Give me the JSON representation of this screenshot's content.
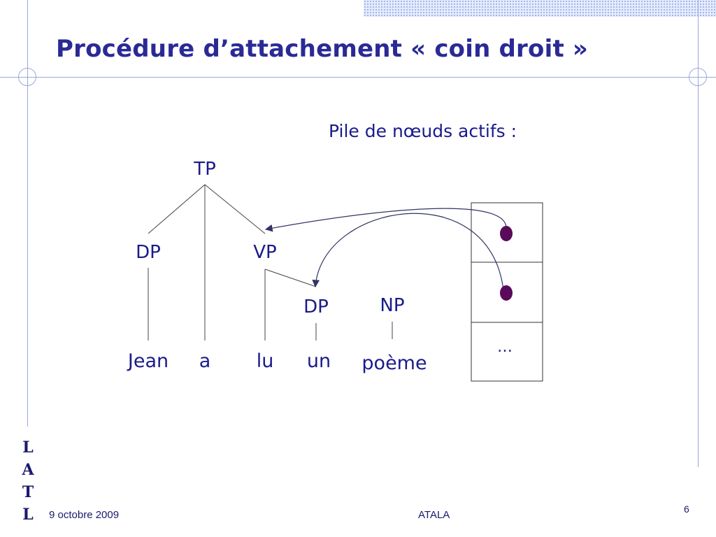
{
  "slide": {
    "title": "Procédure d’attachement « coin droit »",
    "footer_date": "9 octobre 2009",
    "footer_center": "ATALA",
    "page_number": "6",
    "logo_letters": [
      "L",
      "A",
      "T",
      "L"
    ]
  },
  "diagram": {
    "stack_title": "Pile de nœuds actifs :",
    "stack_ellipsis": "…",
    "nodes": {
      "tp": "TP",
      "dp_subject": "DP",
      "vp": "VP",
      "dp_object": "DP",
      "np": "NP"
    },
    "words": {
      "jean": "Jean",
      "a": "a",
      "lu": "lu",
      "un": "un",
      "poeme": "poème"
    }
  },
  "colors": {
    "text": "#1a1a8c",
    "title": "#2a2a96",
    "guide": "#9aa9dc",
    "dot": "#5a0a5a",
    "tree_line": "#444444"
  }
}
